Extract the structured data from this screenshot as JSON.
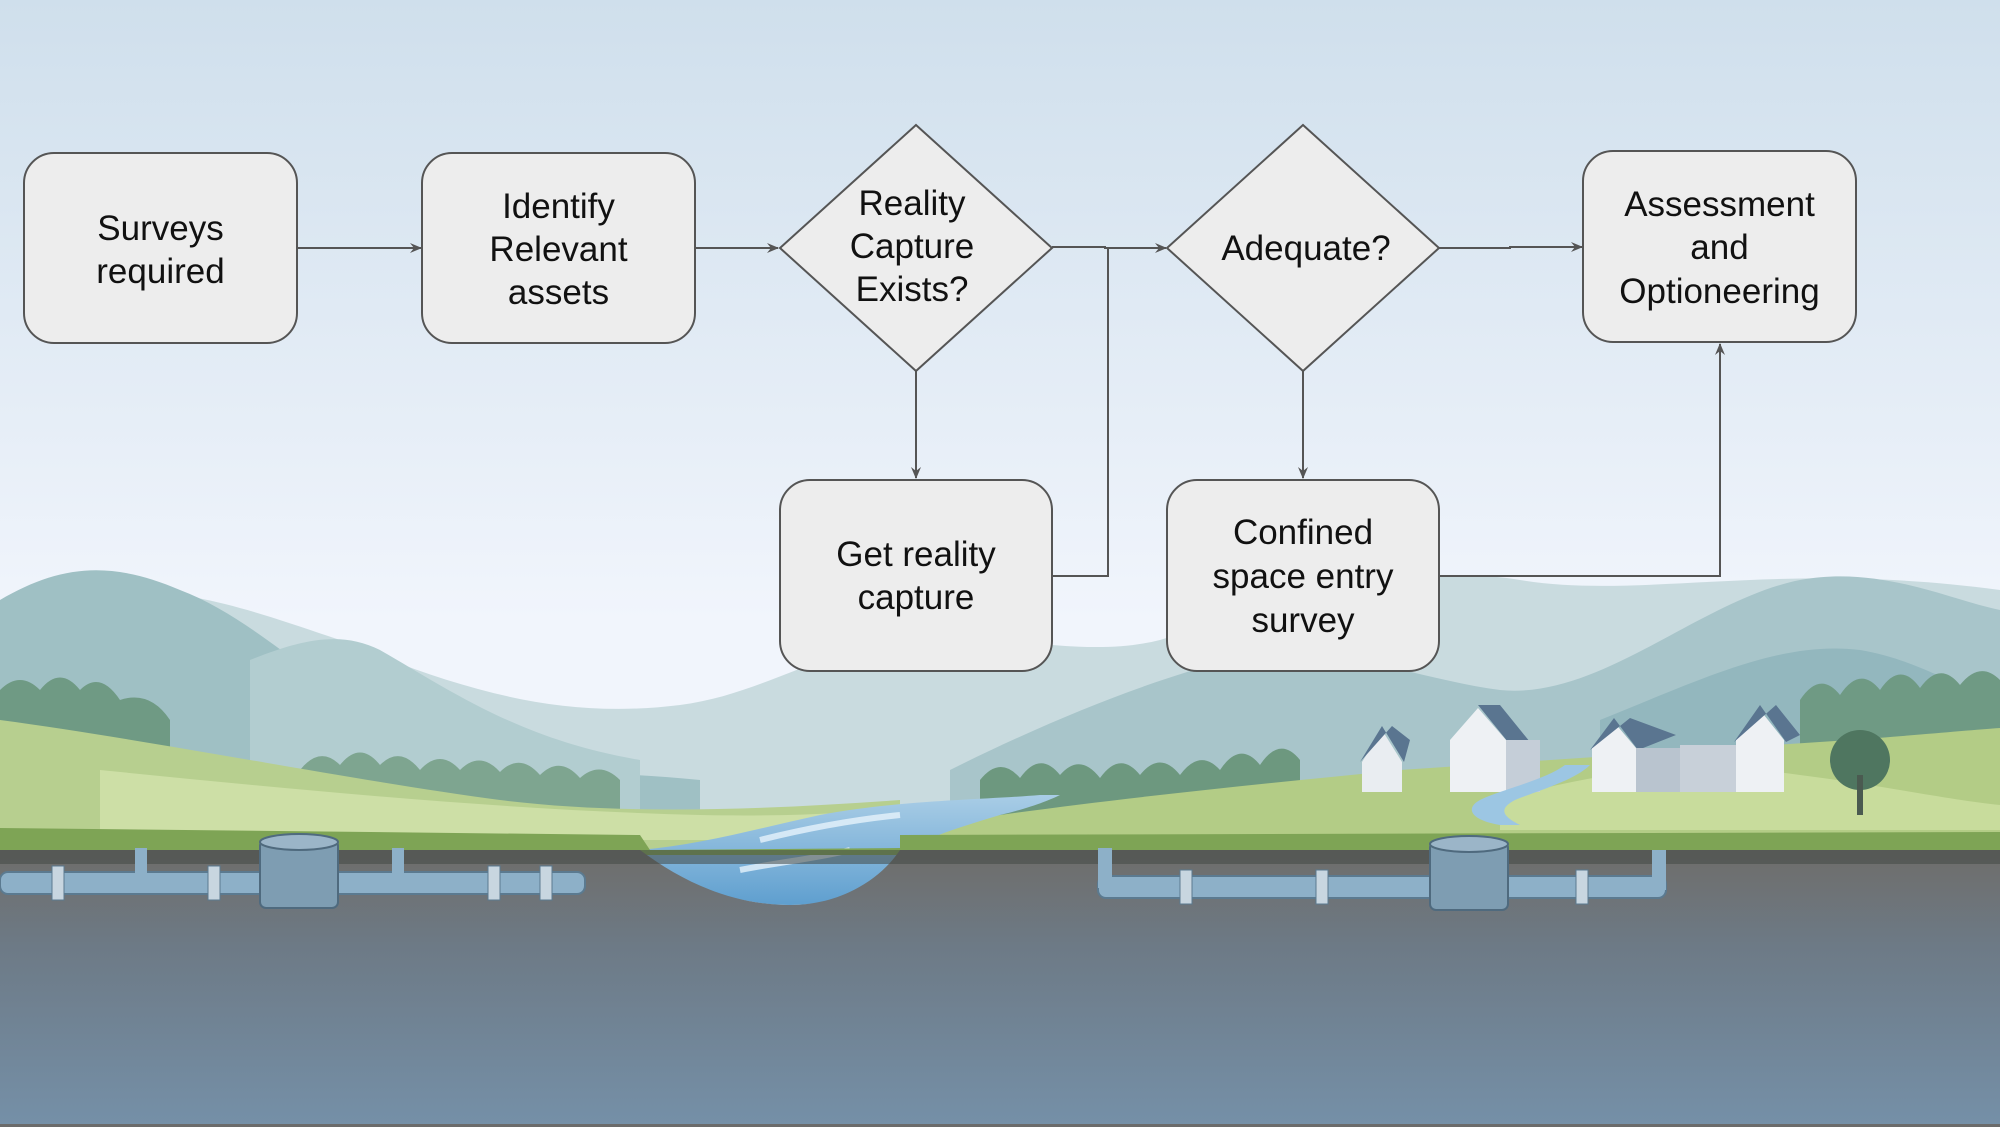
{
  "diagram": {
    "type": "flowchart",
    "nodes": [
      {
        "id": "surveys",
        "shape": "rounded-rect",
        "lines": [
          "Surveys",
          "required"
        ]
      },
      {
        "id": "identify",
        "shape": "rounded-rect",
        "lines": [
          "Identify",
          "Relevant",
          "assets"
        ]
      },
      {
        "id": "rc_exists",
        "shape": "diamond",
        "lines": [
          "Reality",
          "Capture",
          "Exists?"
        ]
      },
      {
        "id": "adequate",
        "shape": "diamond",
        "lines": [
          "Adequate?"
        ]
      },
      {
        "id": "assessment",
        "shape": "rounded-rect",
        "lines": [
          "Assessment",
          "and",
          "Optioneering"
        ]
      },
      {
        "id": "get_rc",
        "shape": "rounded-rect",
        "lines": [
          "Get reality",
          "capture"
        ]
      },
      {
        "id": "confined",
        "shape": "rounded-rect",
        "lines": [
          "Confined",
          "space entry",
          "survey"
        ]
      }
    ],
    "edges": [
      {
        "from": "surveys",
        "to": "identify"
      },
      {
        "from": "identify",
        "to": "rc_exists"
      },
      {
        "from": "rc_exists",
        "to": "adequate"
      },
      {
        "from": "rc_exists",
        "to": "get_rc"
      },
      {
        "from": "get_rc",
        "to": "adequate"
      },
      {
        "from": "adequate",
        "to": "assessment"
      },
      {
        "from": "adequate",
        "to": "confined"
      },
      {
        "from": "confined",
        "to": "assessment"
      }
    ]
  },
  "colors": {
    "sky_top": "#cfdfec",
    "sky_bottom": "#f1f5fc",
    "node_fill": "#ededed",
    "node_stroke": "#555555",
    "edge": "#555555",
    "ground": "#7590a8"
  },
  "background": {
    "description": "Illustrated landscape: misty blue-green mountains, green fields, river, village houses, underground pipes and manholes"
  }
}
